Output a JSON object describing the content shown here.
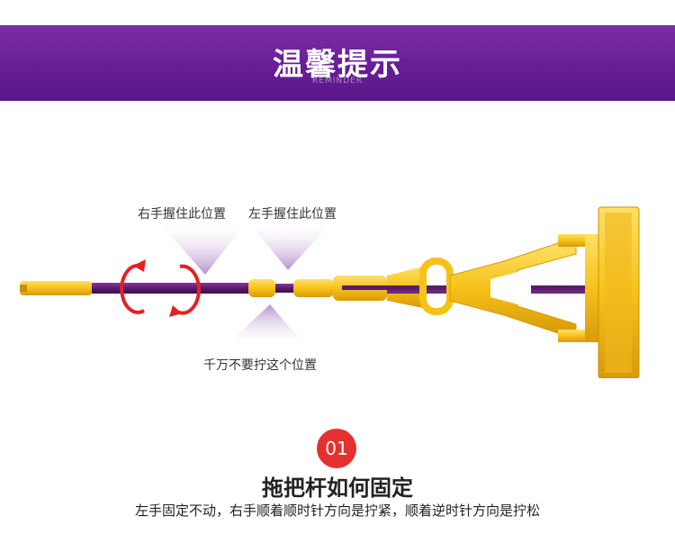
{
  "banner": {
    "title": "温馨提示",
    "subtitle": "REMINDER"
  },
  "labels": {
    "right_hand": "右手握住此位置",
    "left_hand": "左手握住此位置",
    "no_twist": "千万不要拧这个位置"
  },
  "step": {
    "number": "01",
    "title": "拖把杆如何固定",
    "description": "左手固定不动，右手顺着顺时针方向是拧紧，顺着逆时针方向是拧松"
  },
  "colors": {
    "banner": "#6a1f98",
    "handle": "#5c1a6e",
    "plastic": "#f6c21a",
    "badge": "#e53030"
  }
}
